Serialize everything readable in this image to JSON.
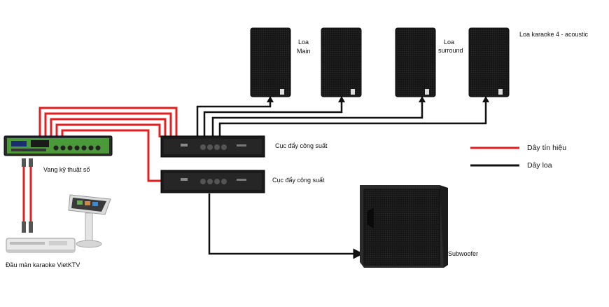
{
  "labels": {
    "loa_main_1": "Loa",
    "loa_main_2": "Main",
    "loa_surround_1": "Loa",
    "loa_surround_2": "surround",
    "loa_karaoke": "Loa karaoke 4 - acoustic",
    "amp_top": "Cục đẩy công suất",
    "amp_bottom": "Cục đẩy công suất",
    "mixer": "Vang kỹ thuật số",
    "player": "Đầu màn karaoke  VietKTV",
    "subwoofer": "Subwoofer"
  },
  "legend": {
    "signal": "Dây tín hiệu",
    "speaker": "Dây loa"
  },
  "colors": {
    "signal_wire": "#e02020",
    "speaker_wire": "#111111",
    "equipment": "#1a1a1a",
    "mixer_panel": "#4a9a3a"
  }
}
